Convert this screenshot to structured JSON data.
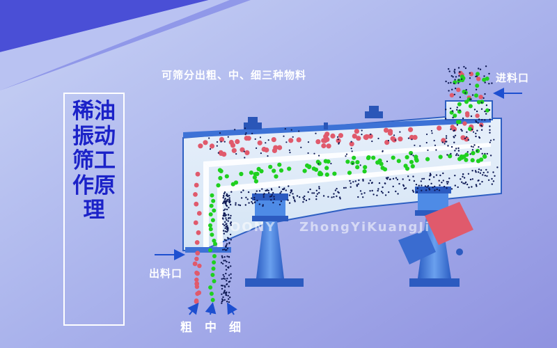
{
  "header": {
    "caption": "可筛分出粗、中、细三种物料"
  },
  "title": {
    "text": "稀油振动筛工作原理"
  },
  "labels": {
    "inlet": "进料口",
    "outlet": "出料口",
    "coarse": "粗",
    "medium": "中",
    "fine": "细"
  },
  "watermark": {
    "text": "ZhongYiKuangJi",
    "logo_letters": "OONY"
  },
  "colors": {
    "coarse_particle": "#e05a6c",
    "medium_particle": "#1fd01f",
    "fine_particle": "#0f1a55",
    "machine_blue": "#3a78d8",
    "title_blue": "#1b22c8"
  }
}
